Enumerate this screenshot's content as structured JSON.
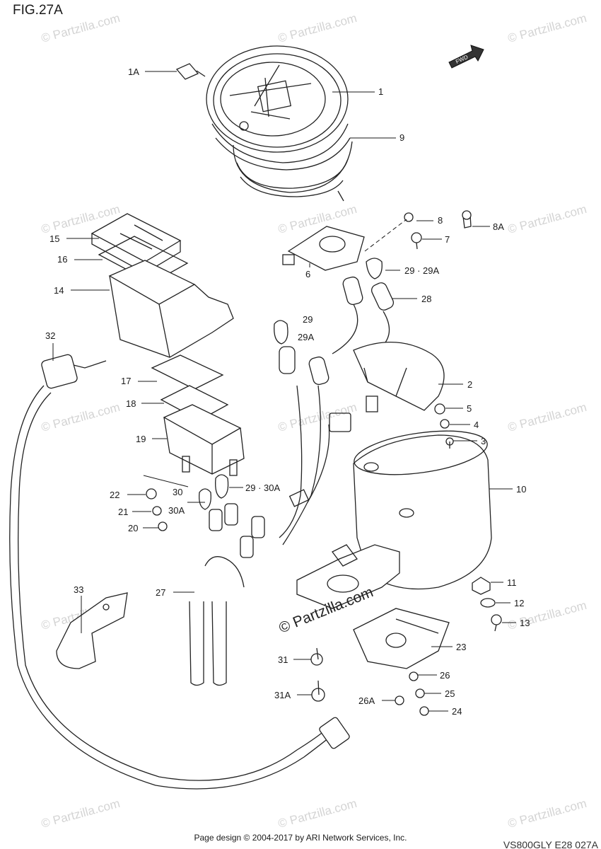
{
  "figure": {
    "title": "FIG.27A",
    "fwd_label": "FWD",
    "center_watermark": "© Partzilla.com",
    "tile_watermark": "© Partzilla.com",
    "footer": "Page design © 2004-2017 by ARI Network Services, Inc.",
    "model_code": "VS800GLY E28 027A"
  },
  "callouts": [
    {
      "id": "c-1a",
      "label": "1A"
    },
    {
      "id": "c-1",
      "label": "1"
    },
    {
      "id": "c-9",
      "label": "9"
    },
    {
      "id": "c-8",
      "label": "8"
    },
    {
      "id": "c-8a",
      "label": "8A"
    },
    {
      "id": "c-7",
      "label": "7"
    },
    {
      "id": "c-15",
      "label": "15"
    },
    {
      "id": "c-16",
      "label": "16"
    },
    {
      "id": "c-14",
      "label": "14"
    },
    {
      "id": "c-6",
      "label": "6"
    },
    {
      "id": "c-29-29a-top",
      "label": "29 · 29A"
    },
    {
      "id": "c-28",
      "label": "28"
    },
    {
      "id": "c-29",
      "label": "29"
    },
    {
      "id": "c-29a",
      "label": "29A"
    },
    {
      "id": "c-32",
      "label": "32"
    },
    {
      "id": "c-2",
      "label": "2"
    },
    {
      "id": "c-17",
      "label": "17"
    },
    {
      "id": "c-18",
      "label": "18"
    },
    {
      "id": "c-5",
      "label": "5"
    },
    {
      "id": "c-4",
      "label": "4"
    },
    {
      "id": "c-19",
      "label": "19"
    },
    {
      "id": "c-3",
      "label": "3"
    },
    {
      "id": "c-10",
      "label": "10"
    },
    {
      "id": "c-22",
      "label": "22"
    },
    {
      "id": "c-30",
      "label": "30"
    },
    {
      "id": "c-29-30a",
      "label": "29 · 30A"
    },
    {
      "id": "c-21",
      "label": "21"
    },
    {
      "id": "c-30a",
      "label": "30A"
    },
    {
      "id": "c-20",
      "label": "20"
    },
    {
      "id": "c-33",
      "label": "33"
    },
    {
      "id": "c-27",
      "label": "27"
    },
    {
      "id": "c-11",
      "label": "11"
    },
    {
      "id": "c-12",
      "label": "12"
    },
    {
      "id": "c-13",
      "label": "13"
    },
    {
      "id": "c-23",
      "label": "23"
    },
    {
      "id": "c-31",
      "label": "31"
    },
    {
      "id": "c-26",
      "label": "26"
    },
    {
      "id": "c-31a",
      "label": "31A"
    },
    {
      "id": "c-25",
      "label": "25"
    },
    {
      "id": "c-26a",
      "label": "26A"
    },
    {
      "id": "c-24",
      "label": "24"
    }
  ]
}
